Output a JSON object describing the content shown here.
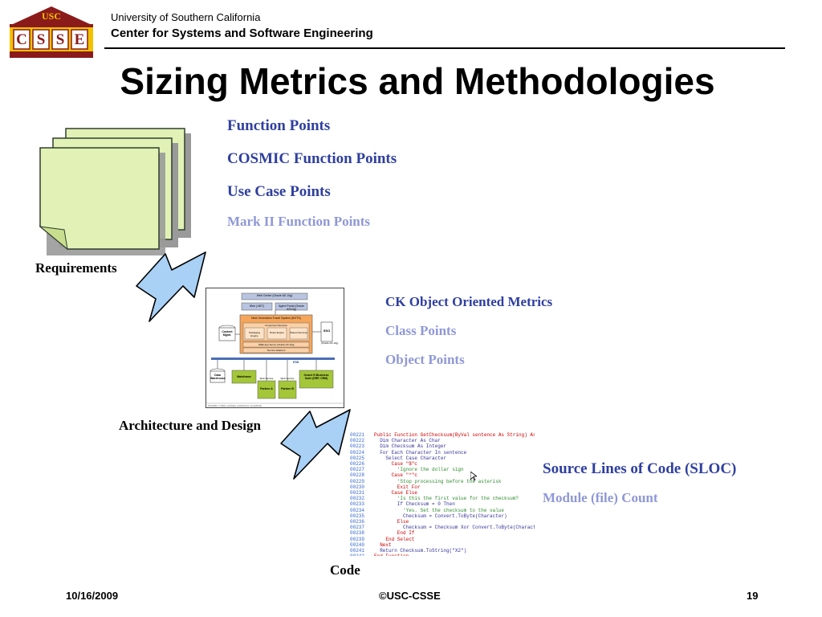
{
  "header": {
    "logo_top": "USC",
    "logo_letters": [
      "C",
      "S",
      "S",
      "E"
    ],
    "university": "University of Southern California",
    "center": "Center for Systems and Software Engineering"
  },
  "title": "Sizing Metrics and Methodologies",
  "requirements": {
    "label": "Requirements",
    "metrics": [
      {
        "text": "Function Points",
        "color": "#2f3f9f"
      },
      {
        "text": "COSMIC Function Points",
        "color": "#2f3f9f"
      },
      {
        "text": "Use Case Points",
        "color": "#2f3f9f"
      },
      {
        "text": "Mark II Function Points",
        "color": "#8f98d6"
      }
    ]
  },
  "architecture": {
    "label": "Architecture and Design",
    "metrics": [
      {
        "text": "CK Object Oriented Metrics",
        "color": "#2f3f9f"
      },
      {
        "text": "Class Points",
        "color": "#8f98d6"
      },
      {
        "text": "Object Points",
        "color": "#8f98d6"
      }
    ],
    "diagram": {
      "web_centre": "Web Centre (Oracle AS 10g)",
      "web_net": "Web (.NET)",
      "agent_portal": "Agent Portal (Oracle AS10g)",
      "next_gen": "Next Generation Travel System (NGTS)",
      "component_services": "Component Services",
      "packaging_engine": "Packaging Engine",
      "rules_engine": "Rules Engine",
      "shared_services": "Shared Services",
      "j2ee": "J2EE App Server (Oracle AS 10g)",
      "service_adapters": "Service Adapters",
      "content_mgmt": "Content Mgmt.",
      "sso": "SSO",
      "oracle_as": "(Oracle AS 10g)",
      "esb": "ESB",
      "data_warehouse": "Data Warehouse",
      "mainframe": "Mainframe",
      "web_service_1": "Web Service",
      "web_service_2": "Web Service",
      "partner_a": "Partner A",
      "partner_b": "Partner B",
      "oracle_ebs": "Oracle E-Business Suite (ERP, CRM)",
      "caption": "FIGURE 1   UbiGo software architecture (simplified)"
    }
  },
  "code": {
    "label": "Code",
    "metrics": [
      {
        "text": "Source Lines of Code (SLOC)",
        "color": "#2f3f9f"
      },
      {
        "text": "Module (file) Count",
        "color": "#8f98d6"
      }
    ],
    "lines": [
      {
        "n": "00221",
        "t": "Public Function GetChecksum(ByVal sentence As String) As String",
        "c": "#cc0000"
      },
      {
        "n": "00222",
        "t": "  Dim Character As Char",
        "c": "#333399"
      },
      {
        "n": "00223",
        "t": "  Dim Checksum As Integer",
        "c": "#333399"
      },
      {
        "n": "00224",
        "t": "  For Each Character In sentence",
        "c": "#333399"
      },
      {
        "n": "00225",
        "t": "    Select Case Character",
        "c": "#333399"
      },
      {
        "n": "00226",
        "t": "      Case \"$\"c",
        "c": "#cc0000"
      },
      {
        "n": "00227",
        "t": "        'Ignore the dollar sign",
        "c": "#2e8b2e"
      },
      {
        "n": "00228",
        "t": "      Case \"*\"c",
        "c": "#cc0000"
      },
      {
        "n": "00229",
        "t": "        'Stop processing before the asterisk",
        "c": "#2e8b2e"
      },
      {
        "n": "00230",
        "t": "        Exit For",
        "c": "#cc0000"
      },
      {
        "n": "00231",
        "t": "      Case Else",
        "c": "#cc0000"
      },
      {
        "n": "00232",
        "t": "        'Is this the first value for the checksum?",
        "c": "#2e8b2e"
      },
      {
        "n": "00233",
        "t": "        If Checksum = 0 Then",
        "c": "#333399"
      },
      {
        "n": "00234",
        "t": "          'Yes. Set the checksum to the value",
        "c": "#2e8b2e"
      },
      {
        "n": "00235",
        "t": "          Checksum = Convert.ToByte(Character)",
        "c": "#333399"
      },
      {
        "n": "00236",
        "t": "        Else",
        "c": "#cc0000"
      },
      {
        "n": "00237",
        "t": "          Checksum = Checksum Xor Convert.ToByte(Character)",
        "c": "#333399"
      },
      {
        "n": "00238",
        "t": "        End If",
        "c": "#cc0000"
      },
      {
        "n": "00239",
        "t": "    End Select",
        "c": "#cc0000"
      },
      {
        "n": "00240",
        "t": "  Next",
        "c": "#cc0000"
      },
      {
        "n": "00241",
        "t": "  Return Checksum.ToString(\"X2\")",
        "c": "#333399"
      },
      {
        "n": "00242",
        "t": "End Function",
        "c": "#cc0000"
      }
    ]
  },
  "footer": {
    "date": "10/16/2009",
    "copyright": "©USC-CSSE",
    "page": "19"
  }
}
